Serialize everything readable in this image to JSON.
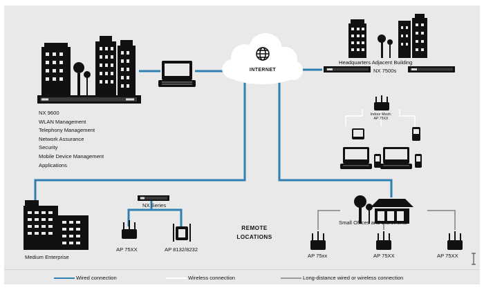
{
  "colors": {
    "wired": "#2f7fb2",
    "wireless": "#ffffff",
    "long_distance": "#9a9a9a",
    "background": "#e9e9ea",
    "ink": "#111111"
  },
  "internet": {
    "label": "INTERNET",
    "icon": "globe-icon"
  },
  "headquarters": {
    "controller": "NX 9600",
    "features": [
      "WLAN Management",
      "Telephony Management",
      "Network Assurance",
      "Security",
      "Mobile Device Management",
      "Applications"
    ]
  },
  "adjacent_building": {
    "title": "Headquarters Adjacent Building",
    "controllers_label": "NX 7500s",
    "mesh_label_line1": "Indoor Mesh:",
    "mesh_label_line2": "AP 75XX"
  },
  "medium_enterprise": {
    "label": "Medium Enterprise"
  },
  "remote_locations": {
    "series_label": "NX Series",
    "title_line1": "REMOTE",
    "title_line2": "LOCATIONS",
    "ap_left": "AP 75XX",
    "ap_right": "AP 8132/8232"
  },
  "small_offices": {
    "label": "Small Offices and Storefronts",
    "aps": [
      "AP 75xx",
      "AP 75XX",
      "AP 75XX"
    ]
  },
  "legend": [
    {
      "label": "Wired connection",
      "style": "wired"
    },
    {
      "label": "Wireless connection",
      "style": "wireless"
    },
    {
      "label": "Long-distance wired or wireless connection",
      "style": "long_distance"
    }
  ]
}
